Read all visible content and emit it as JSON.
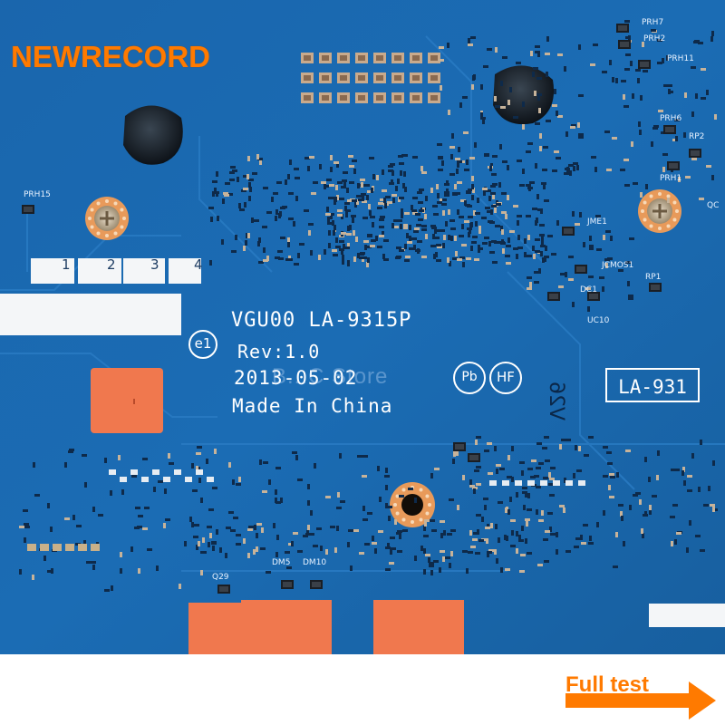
{
  "brand": {
    "text": "NEWRECORD",
    "color": "#ff7a00"
  },
  "board": {
    "model": "VGU00 LA-9315P",
    "revision": "Rev:1.0",
    "date": "2013-05-02",
    "origin": "Made In China",
    "stamp": "LA-931",
    "side_mark": "V26",
    "circle_marks": {
      "e1": "e1",
      "pb": "Pb",
      "hf": "HF"
    },
    "pcb_color": "#1a66ad",
    "slot_numbers": [
      "1",
      "2",
      "3",
      "4"
    ],
    "component_labels": {
      "prh15": "PRH15",
      "prh7": "PRH7",
      "prh2": "PRH2",
      "prh11": "PRH11",
      "prh6": "PRH6",
      "rp2": "RP2",
      "prh1": "PRH1",
      "qc": "QC",
      "jme1": "JME1",
      "jcmos1": "JCMOS1",
      "rp1": "RP1",
      "dc1": "DC1",
      "uc10": "UC10",
      "q29": "Q29",
      "dm5": "DM5",
      "dm10": "DM10"
    }
  },
  "watermark": "B...C Store",
  "callout": {
    "text": "Full test",
    "color": "#ff7a00"
  }
}
